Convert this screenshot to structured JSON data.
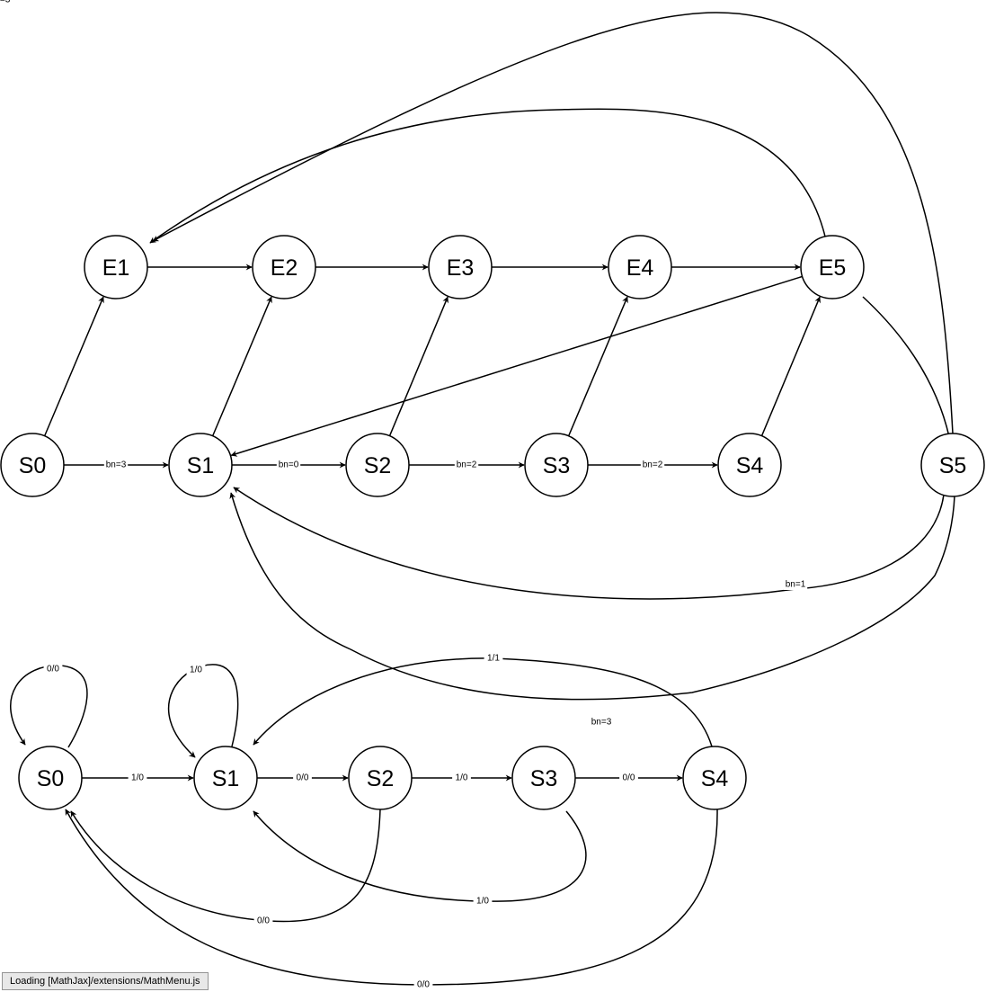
{
  "colors": {
    "stroke": "#000000",
    "background": "#ffffff",
    "status_bg": "#e8e8e8"
  },
  "diagram_top": {
    "nodes": [
      {
        "id": "E1",
        "label": "E1"
      },
      {
        "id": "E2",
        "label": "E2"
      },
      {
        "id": "E3",
        "label": "E3"
      },
      {
        "id": "E4",
        "label": "E4"
      },
      {
        "id": "E5",
        "label": "E5"
      },
      {
        "id": "S0",
        "label": "S0"
      },
      {
        "id": "S1",
        "label": "S1"
      },
      {
        "id": "S2",
        "label": "S2"
      },
      {
        "id": "S3",
        "label": "S3"
      },
      {
        "id": "S4",
        "label": "S4"
      },
      {
        "id": "S5",
        "label": "S5"
      }
    ],
    "edges": [
      {
        "from": "E1",
        "to": "E2",
        "label": ""
      },
      {
        "from": "E2",
        "to": "E3",
        "label": ""
      },
      {
        "from": "E3",
        "to": "E4",
        "label": ""
      },
      {
        "from": "E4",
        "to": "E5",
        "label": ""
      },
      {
        "from": "E5",
        "to": "E1",
        "label": ""
      },
      {
        "from": "S5",
        "to": "E1",
        "label": ""
      },
      {
        "from": "S0",
        "to": "E1",
        "label": ""
      },
      {
        "from": "S1",
        "to": "E2",
        "label": ""
      },
      {
        "from": "S2",
        "to": "E3",
        "label": ""
      },
      {
        "from": "S3",
        "to": "E4",
        "label": ""
      },
      {
        "from": "S4",
        "to": "E5",
        "label": ""
      },
      {
        "from": "S0",
        "to": "S1",
        "label": "bn=3"
      },
      {
        "from": "S1",
        "to": "S2",
        "label": "bn=0"
      },
      {
        "from": "S2",
        "to": "S3",
        "label": "bn=2"
      },
      {
        "from": "S3",
        "to": "S4",
        "label": "bn=2"
      },
      {
        "from": "S4",
        "to": "S5",
        "label": "bn=1"
      },
      {
        "from": "S5",
        "to": "S1",
        "label": "bn=3"
      },
      {
        "from": "E5",
        "to": "S1",
        "label": ""
      }
    ]
  },
  "diagram_bottom": {
    "nodes": [
      {
        "id": "S0",
        "label": "S0"
      },
      {
        "id": "S1",
        "label": "S1"
      },
      {
        "id": "S2",
        "label": "S2"
      },
      {
        "id": "S3",
        "label": "S3"
      },
      {
        "id": "S4",
        "label": "S4"
      }
    ],
    "edges": [
      {
        "from": "S0",
        "to": "S0",
        "label": "0/0"
      },
      {
        "from": "S1",
        "to": "S1",
        "label": "1/0"
      },
      {
        "from": "S0",
        "to": "S1",
        "label": "1/0"
      },
      {
        "from": "S1",
        "to": "S2",
        "label": "0/0"
      },
      {
        "from": "S2",
        "to": "S3",
        "label": "1/0"
      },
      {
        "from": "S3",
        "to": "S4",
        "label": "0/0"
      },
      {
        "from": "S4",
        "to": "S1",
        "label": "1/1"
      },
      {
        "from": "S2",
        "to": "S0",
        "label": "0/0"
      },
      {
        "from": "S3",
        "to": "S1",
        "label": "1/0"
      },
      {
        "from": "S4",
        "to": "S0",
        "label": "0/0"
      }
    ],
    "floating_label": "bn=3"
  },
  "status_bar": {
    "text": "Loading [MathJax]/extensions/MathMenu.js"
  }
}
